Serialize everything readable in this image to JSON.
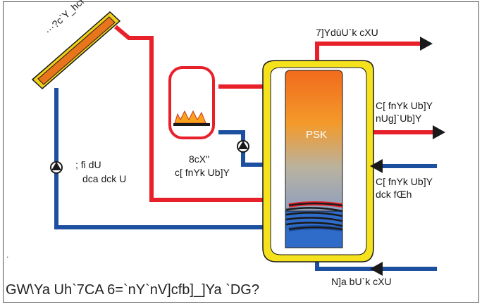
{
  "labels": {
    "collector": "···?c`Y_hcf",
    "hot_water": "7]YdùU`k cXU",
    "pump_solar_1": "; fi dU",
    "pump_solar_2": "dca dck U",
    "boiler_1": "8cX\"",
    "boiler_2": "c[ fnYk Ub]Y",
    "tank": "PSK",
    "heating_supply_1": "C[ fnYk Ub]Y",
    "heating_supply_2": "nUg]`Ub]Y",
    "heating_return_1": "C[ fnYk Ub]Y",
    "heating_return_2": "dck fŒh",
    "cold_water": "N]a bU`k cXU",
    "dot": "."
  },
  "caption": "GW\\Ya Uh`7CA 6=`nY`nV]cfb]_]Ya `DG?",
  "colors": {
    "hot_pipe": "#e8202a",
    "cold_pipe": "#1d4fa0",
    "tank_outer": "#f5e11c",
    "collector_frame": "#f0cf1a",
    "collector_panel": "#e8741c",
    "flame": "#f7a21b",
    "arrow": "#1a1a1a"
  }
}
